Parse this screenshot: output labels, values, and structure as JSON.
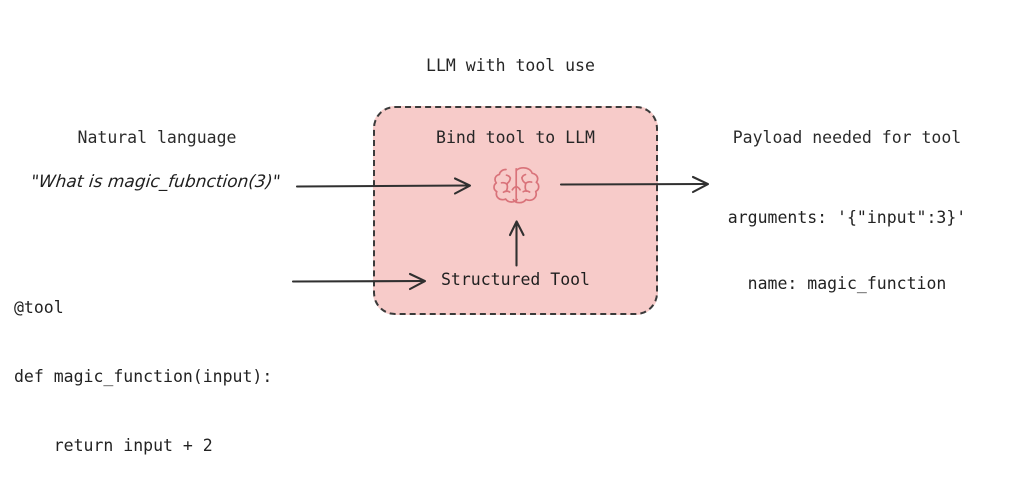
{
  "diagram": {
    "title": "LLM with tool use",
    "background_color": "#ffffff",
    "box": {
      "label": "Bind tool to LLM",
      "fill_color": "#f7cbc9",
      "border_color": "#3a3a3a",
      "border_style": "dashed",
      "inner_label": "Structured Tool",
      "icon_name": "brain-icon",
      "icon_color": "#d9737a"
    },
    "left_column": {
      "heading": "Natural language",
      "quote": "\"What is magic_fubnction(3)\"",
      "code_lines": [
        "@tool",
        "def magic_function(input):",
        "    return input + 2"
      ]
    },
    "right_column": {
      "heading": "Payload needed for tool",
      "payload_lines": [
        "arguments: '{\"input\":3}'",
        "name: magic_function"
      ]
    },
    "arrows": [
      {
        "name": "arrow-natural-language-to-llm",
        "from": "natural language quote",
        "to": "brain"
      },
      {
        "name": "arrow-llm-to-payload",
        "from": "brain",
        "to": "payload"
      },
      {
        "name": "arrow-tool-definition-to-structured-tool",
        "from": "code block",
        "to": "structured tool"
      },
      {
        "name": "arrow-structured-tool-to-llm",
        "from": "structured tool",
        "to": "brain"
      }
    ],
    "arrow_color": "#303030"
  }
}
